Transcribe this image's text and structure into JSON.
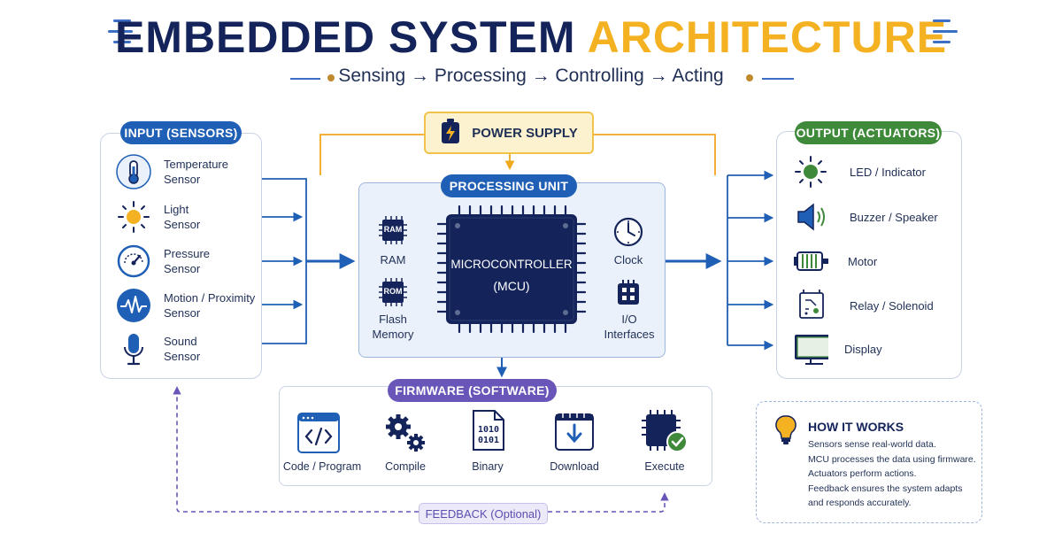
{
  "title": {
    "part1": "EMBEDDED SYSTEM",
    "part2": "ARCHITECTURE"
  },
  "subtitle": "Sensing → Processing → Controlling → Acting",
  "input": {
    "header": "INPUT (SENSORS)",
    "items": [
      {
        "line1": "Temperature",
        "line2": "Sensor",
        "icon": "thermometer-icon"
      },
      {
        "line1": "Light",
        "line2": "Sensor",
        "icon": "sun-icon"
      },
      {
        "line1": "Pressure",
        "line2": "Sensor",
        "icon": "gauge-icon"
      },
      {
        "line1": "Motion / Proximity",
        "line2": "Sensor",
        "icon": "motion-wave-icon"
      },
      {
        "line1": "Sound",
        "line2": "Sensor",
        "icon": "microphone-icon"
      }
    ]
  },
  "power": {
    "label": "POWER SUPPLY",
    "icon": "battery-icon"
  },
  "processing": {
    "header": "PROCESSING UNIT",
    "mcu_line1": "MICROCONTROLLER",
    "mcu_line2": "(MCU)",
    "ram_chip": "RAM",
    "ram_label": "RAM",
    "rom_chip": "ROM",
    "flash_line1": "Flash",
    "flash_line2": "Memory",
    "clock_label": "Clock",
    "io_line1": "I/O",
    "io_line2": "Interfaces"
  },
  "output": {
    "header": "OUTPUT (ACTUATORS)",
    "items": [
      {
        "label": "LED / Indicator",
        "icon": "led-icon"
      },
      {
        "label": "Buzzer / Speaker",
        "icon": "speaker-icon"
      },
      {
        "label": "Motor",
        "icon": "motor-icon"
      },
      {
        "label": "Relay / Solenoid",
        "icon": "relay-icon"
      },
      {
        "label": "Display",
        "icon": "monitor-icon"
      }
    ]
  },
  "firmware": {
    "header": "FIRMWARE (SOFTWARE)",
    "steps": [
      {
        "label": "Code / Program",
        "icon": "code-window-icon"
      },
      {
        "label": "Compile",
        "icon": "gears-icon"
      },
      {
        "label": "Binary",
        "icon": "binary-file-icon",
        "bin1": "1010",
        "bin2": "0101"
      },
      {
        "label": "Download",
        "icon": "download-icon"
      },
      {
        "label": "Execute",
        "icon": "chip-check-icon"
      }
    ]
  },
  "feedback": "FEEDBACK (Optional)",
  "how": {
    "title": "HOW IT WORKS",
    "lines": [
      "Sensors sense real-world data.",
      "MCU processes the data using firmware.",
      "Actuators perform actions.",
      "Feedback ensures the system adapts",
      "and responds accurately."
    ]
  },
  "colors": {
    "navy": "#14245a",
    "gold": "#f4b223",
    "blue": "#1f5fb5",
    "green": "#3f8a3a",
    "purple": "#6a55b8",
    "pale_blue": "#eaf1fb"
  }
}
